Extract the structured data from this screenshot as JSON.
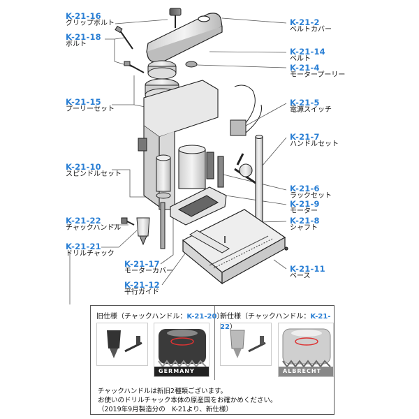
{
  "parts": [
    {
      "id": "grip-bolt",
      "code": "K-21-16",
      "name": "グリップボルト"
    },
    {
      "id": "bolt",
      "code": "K-21-18",
      "name": "ボルト"
    },
    {
      "id": "pulley-set",
      "code": "K-21-15",
      "name": "プーリーセット"
    },
    {
      "id": "spindle-set",
      "code": "K-21-10",
      "name": "スピンドルセット"
    },
    {
      "id": "chuck-handle",
      "code": "K-21-22",
      "name": "チャックハンドル"
    },
    {
      "id": "drill-chuck",
      "code": "K-21-21",
      "name": "ドリルチャック"
    },
    {
      "id": "motor-cover",
      "code": "K-21-17",
      "name": "モーターカバー"
    },
    {
      "id": "parallel-guide",
      "code": "K-21-12",
      "name": "平行ガイド"
    },
    {
      "id": "belt-cover",
      "code": "K-21-2",
      "name": "ベルトカバー"
    },
    {
      "id": "belt",
      "code": "K-21-14",
      "name": "ベルト"
    },
    {
      "id": "motor-pulley",
      "code": "K-21-4",
      "name": "モータープーリー"
    },
    {
      "id": "power-switch",
      "code": "K-21-5",
      "name": "電源スイッチ"
    },
    {
      "id": "handle-set",
      "code": "K-21-7",
      "name": "ハンドルセット"
    },
    {
      "id": "rack-set",
      "code": "K-21-6",
      "name": "ラックセット"
    },
    {
      "id": "motor",
      "code": "K-21-9",
      "name": "モーター"
    },
    {
      "id": "shaft",
      "code": "K-21-8",
      "name": "シャフト"
    },
    {
      "id": "base",
      "code": "K-21-11",
      "name": "ベース"
    }
  ],
  "comparison": {
    "old": {
      "title_prefix": "旧仕様（チャックハンドル：",
      "title_code": "K-21-20",
      "title_suffix": "）",
      "stamp_text": "GERMANY"
    },
    "new": {
      "title_prefix": "新仕様（チャックハンドル：",
      "title_code": "K-21-22",
      "title_suffix": "）",
      "stamp_text": "ALBRECHT"
    },
    "notes": [
      "チャックハンドルは新旧2種類ございます。",
      "お使いのドリルチャック本体の原産国をお確かめください。",
      "（2019年9月製造分の　K-21より、新仕様）"
    ]
  },
  "colors": {
    "accent": "#2a7fd4",
    "line": "#222222",
    "leader": "#555555"
  }
}
